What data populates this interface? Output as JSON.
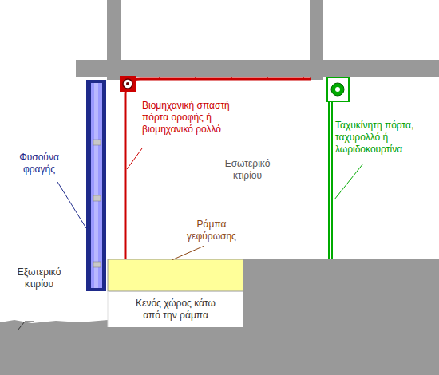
{
  "diagram": {
    "nodes": [
      {
        "text": [
          "Κενός χώρος κάτω από την ράμπα"
        ]
      }
    ],
    "labels": [
      "Βιομηχανική σπαστή πόρτα οροφής ή βιομηχανικό ρολλό",
      "Εσωτερικό κτιρίου",
      "Ταχυκίνητη πόρτα, ταχυρολλό ή λωριδοκουρτίνα",
      "Φυσούνα φραγής",
      "Ράμπα γεφύρωσης",
      "Εξωτερικό κτιρίου"
    ]
  }
}
